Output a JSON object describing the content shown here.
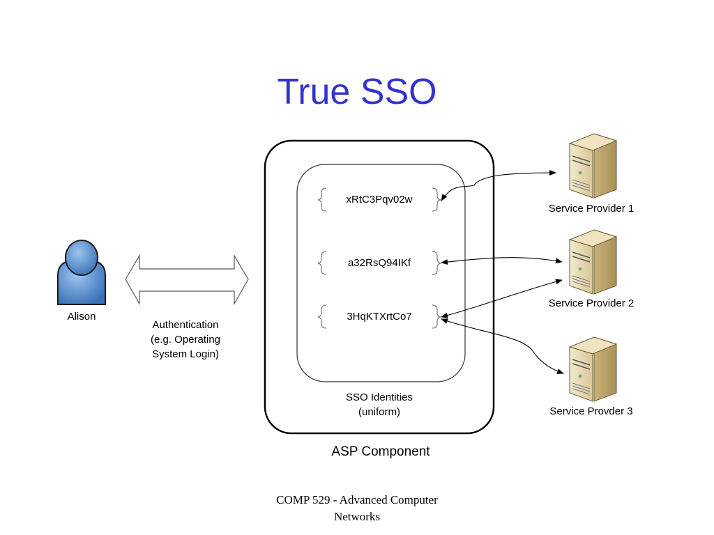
{
  "slide": {
    "title": "True SSO",
    "footer_line1": "COMP 529 - Advanced Computer",
    "footer_line2": "Networks"
  },
  "user": {
    "name": "Alison",
    "icon": "user-icon",
    "color": "#4a86c8"
  },
  "auth_arrow": {
    "line1": "Authentication",
    "line2": "(e.g. Operating",
    "line3": "System Login)"
  },
  "asp": {
    "label": "ASP Component",
    "identities_label_line1": "SSO Identities",
    "identities_label_line2": "(uniform)",
    "identities": [
      "xRtC3Pqv02w",
      "a32RsQ94IKf",
      "3HqKTXrtCo7"
    ]
  },
  "providers": [
    {
      "label": "Service Provider 1",
      "icon": "server-icon"
    },
    {
      "label": "Service Provider 2",
      "icon": "server-icon"
    },
    {
      "label": "Service Provder 3",
      "icon": "server-icon"
    }
  ],
  "colors": {
    "title": "#3333cc",
    "server_body": "#e8d9b0"
  }
}
